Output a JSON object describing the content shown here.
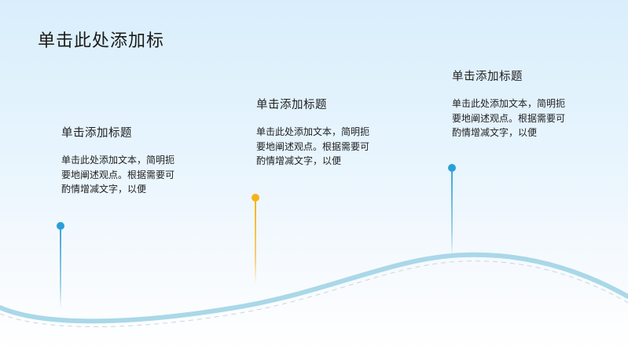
{
  "slide": {
    "title": "单击此处添加标"
  },
  "milestones": [
    {
      "title": "单击添加标题",
      "body": "单击此处添加文本，简明扼要地阐述观点。根据需要可酌情增减文字，以便",
      "pin_color": "#2a9fd6"
    },
    {
      "title": "单击添加标题",
      "body": "单击此处添加文本，简明扼要地阐述观点。根据需要可酌情增减文字，以便",
      "pin_color": "#f5b21a"
    },
    {
      "title": "单击添加标题",
      "body": "单击此处添加文本，简明扼要地阐述观点。根据需要可酌情增减文字，以便",
      "pin_color": "#2a9fd6"
    }
  ],
  "colors": {
    "wave": "#a9d8e8",
    "dashed_line": "#c9d6de",
    "text": "#222222"
  }
}
